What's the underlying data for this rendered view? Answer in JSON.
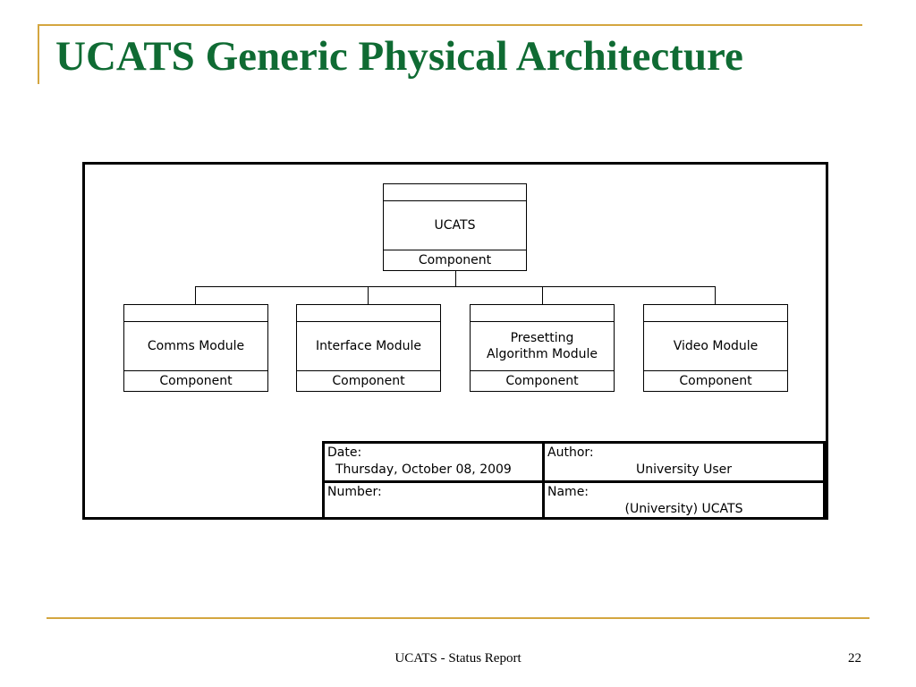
{
  "slide": {
    "title": "UCATS Generic Physical Architecture",
    "footer": "UCATS - Status Report",
    "page_number": "22"
  },
  "diagram": {
    "root": {
      "name": "UCATS",
      "stereotype": "Component"
    },
    "children": [
      {
        "name": "Comms Module",
        "stereotype": "Component"
      },
      {
        "name": "Interface Module",
        "stereotype": "Component"
      },
      {
        "name": "Presetting\nAlgorithm Module",
        "stereotype": "Component"
      },
      {
        "name": "Video Module",
        "stereotype": "Component"
      }
    ],
    "title_block": {
      "date_label": "Date:",
      "date_value": "Thursday, October 08, 2009",
      "author_label": "Author:",
      "author_value": "University User",
      "number_label": "Number:",
      "number_value": "",
      "name_label": "Name:",
      "name_value": "(University) UCATS"
    }
  }
}
